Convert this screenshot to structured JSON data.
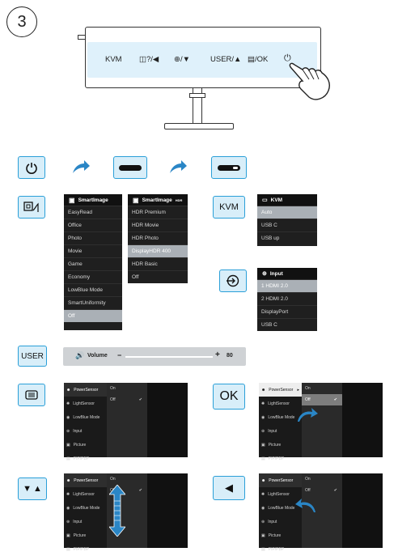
{
  "step": "3",
  "monitor": {
    "buttons": [
      "KVM",
      "◫?/◀",
      "⊕/▼",
      "USER/▲",
      "▤/OK",
      "⏻"
    ]
  },
  "keys": {
    "kvm": "KVM",
    "user": "USER",
    "ok": "OK"
  },
  "smartimage1": {
    "title": "SmartImage",
    "items": [
      "EasyRead",
      "Office",
      "Photo",
      "Movie",
      "Game",
      "Economy",
      "LowBlue Mode",
      "SmartUniformity",
      "Off"
    ]
  },
  "smartimage2": {
    "title": "SmartImage",
    "title_sup": "HDR",
    "items": [
      "HDR Premium",
      "HDR Movie",
      "HDR Photo",
      "DisplayHDR 400",
      "HDR Basic",
      "Off"
    ]
  },
  "kvm_menu": {
    "title": "KVM",
    "items": [
      "Auto",
      "USB C",
      "USB up"
    ]
  },
  "input_menu": {
    "title": "Input",
    "items": [
      "1 HDMI 2.0",
      "2 HDMI 2.0",
      "DisplayPort",
      "USB C"
    ]
  },
  "volume": {
    "label": "Volume",
    "value": "80",
    "minus": "−",
    "plus": "+",
    "level": 0.8
  },
  "osd_menu": {
    "items": [
      "PowerSensor",
      "LightSensor",
      "LowBlue Mode",
      "Input",
      "Picture",
      "PIP/PBP"
    ],
    "options": [
      "On",
      "Off"
    ]
  },
  "colors": {
    "accent": "#2a9fd8",
    "key_bg": "#d8eef9",
    "menu_bg": "#1f1f1f",
    "menu_selected": "#aab0b6"
  }
}
